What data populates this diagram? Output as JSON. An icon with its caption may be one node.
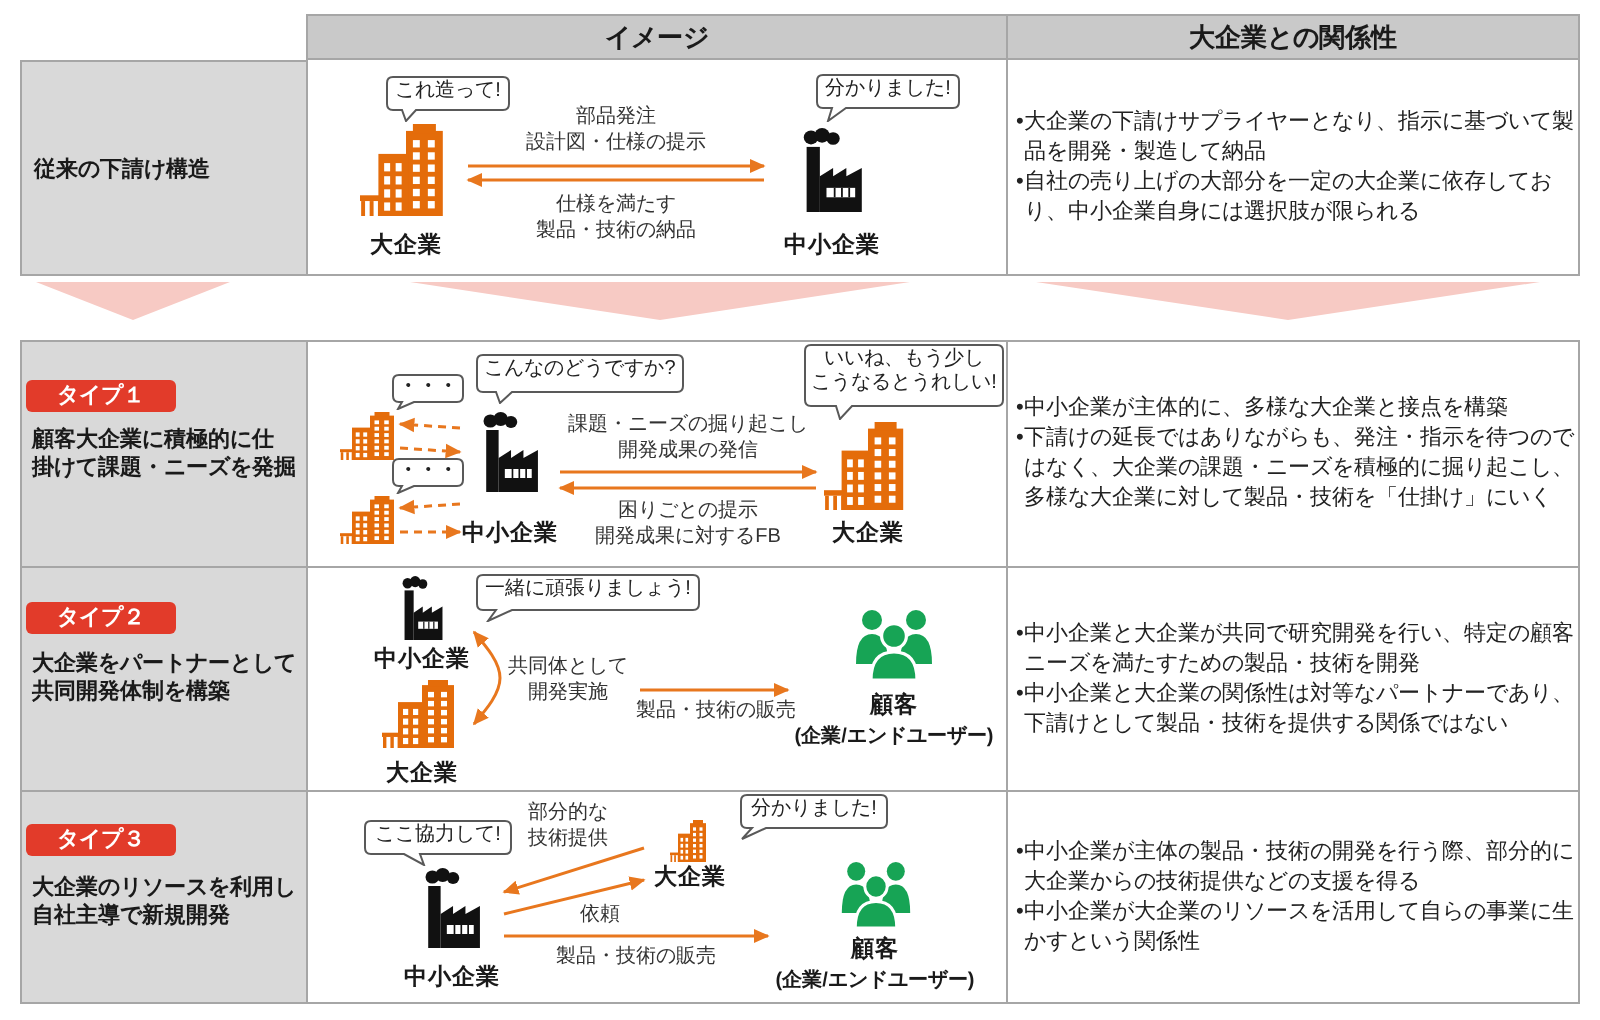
{
  "diagram": {
    "nodes": [
      {
        "text": [
          "イメージ"
        ]
      },
      {
        "text": [
          "大企業との関係性"
        ]
      },
      {
        "text": [
          "従来の下請け構造"
        ]
      },
      {
        "text": [],
        "shape": "box"
      },
      {
        "text": [
          "これ造って!"
        ],
        "in": 3
      },
      {
        "text": [
          "大企業"
        ],
        "in": 3
      },
      {
        "text": [
          "分かりました!"
        ],
        "in": 3
      },
      {
        "text": [
          "中小企業"
        ],
        "in": 3
      },
      {
        "text": [
          "•大企業の下請けサプライヤーとなり、指示に基づいて製品を開発・製造して納品",
          "•自社の売り上げの大部分を一定の大企業に依存しており、中小企業自身には選択肢が限られる"
        ]
      },
      {
        "text": [
          "顧客大企業に積極的に仕掛けて課題・ニーズを発掘"
        ]
      },
      {
        "text": [
          "タイプ１"
        ],
        "in": 9
      },
      {
        "text": [],
        "shape": "box"
      },
      {
        "text": [],
        "shape": "picture",
        "in": 11
      },
      {
        "text": [
          "・・・"
        ],
        "in": 11
      },
      {
        "text": [],
        "shape": "picture",
        "in": 11
      },
      {
        "text": [
          "・・・"
        ],
        "in": 11
      },
      {
        "text": [
          "こんなのどうですか?"
        ],
        "in": 11
      },
      {
        "text": [
          "中小企業"
        ],
        "in": 11
      },
      {
        "text": [
          "いいね、もう少しこうなるとうれしい!"
        ],
        "in": 11
      },
      {
        "text": [
          "大企業"
        ],
        "in": 11
      },
      {
        "text": [
          "•中小企業が主体的に、多様な大企業と接点を構築",
          "•下請けの延長ではありながらも、発注・指示を待つのではなく、大企業の課題・ニーズを積極的に掘り起こし、多様な大企業に対して製品・技術を「仕掛け」にいく"
        ]
      },
      {
        "text": [
          "大企業をパートナーとして共同開発体制を構築"
        ]
      },
      {
        "text": [
          "タイプ２"
        ],
        "in": 21
      },
      {
        "text": [],
        "shape": "box"
      },
      {
        "text": [
          "中小企業"
        ],
        "in": 23
      },
      {
        "text": [
          "一緒に頑張りましょう!"
        ],
        "in": 23
      },
      {
        "text": [
          "大企業"
        ],
        "in": 23
      },
      {
        "text": [
          "顧客",
          "(企業/エンドユーザー)"
        ],
        "in": 23
      },
      {
        "text": [
          "•中小企業と大企業が共同で研究開発を行い、特定の顧客ニーズを満たすための製品・技術を開発",
          "•中小企業と大企業の関係性は対等なパートナーであり、下請けとして製品・技術を提供する関係ではない"
        ]
      },
      {
        "text": [
          "大企業のリソースを利用し自社主導で新規開発"
        ]
      },
      {
        "text": [
          "タイプ３"
        ],
        "in": 29
      },
      {
        "text": [],
        "shape": "box"
      },
      {
        "text": [
          "ここ協力して!"
        ],
        "in": 31
      },
      {
        "text": [
          "中小企業"
        ],
        "in": 31
      },
      {
        "text": [
          "大企業"
        ],
        "in": 31
      },
      {
        "text": [
          "分かりました!"
        ],
        "in": 31
      },
      {
        "text": [
          "顧客",
          "(企業/エンドユーザー)"
        ],
        "in": 31
      },
      {
        "text": [
          "•中小企業が主体の製品・技術の開発を行う際、部分的に大企業からの技術提供などの支援を得る",
          "•中小企業が大企業のリソースを活用して自らの事業に生かすという関係性"
        ]
      }
    ],
    "edges": [
      {
        "from": 5,
        "to": 7,
        "arrow": "to",
        "label": "部品発注設計図・仕様の提示"
      },
      {
        "from": 7,
        "to": 5,
        "arrow": "to",
        "label": "仕様を満たす製品・技術の納品"
      },
      {
        "from": 17,
        "to": 12,
        "arrow": "to",
        "style": "dashed"
      },
      {
        "from": 12,
        "to": 17,
        "arrow": "to",
        "style": "dashed"
      },
      {
        "from": 17,
        "to": 14,
        "arrow": "to",
        "style": "dashed"
      },
      {
        "from": 14,
        "to": 17,
        "arrow": "to",
        "style": "dashed"
      },
      {
        "from": 17,
        "to": 19,
        "arrow": "to",
        "label": "課題・ニーズの掘り起こし開発成果の発信"
      },
      {
        "from": 19,
        "to": 17,
        "arrow": "to",
        "label": "困りごとの提示開発成果に対するFB"
      },
      {
        "from": 24,
        "to": 26,
        "arrow": "both",
        "label": "共同体として開発実施"
      },
      {
        "from": null,
        "to": 27,
        "arrow": "to",
        "label": "製品・技術の販売"
      },
      {
        "from": 34,
        "to": 33,
        "arrow": "to",
        "label": "部分的な技術提供"
      },
      {
        "from": 33,
        "to": 34,
        "arrow": "to",
        "label": "依頼"
      },
      {
        "from": 33,
        "to": 36,
        "arrow": "to",
        "label": "製品・技術の販売"
      },
      {
        "from": 2,
        "to": 9,
        "arrow": "to",
        "color": "#f7cac4"
      },
      {
        "from": 3,
        "to": 11,
        "arrow": "to",
        "color": "#f7cac4"
      },
      {
        "from": 8,
        "to": 20,
        "arrow": "to",
        "color": "#f7cac4"
      }
    ]
  }
}
